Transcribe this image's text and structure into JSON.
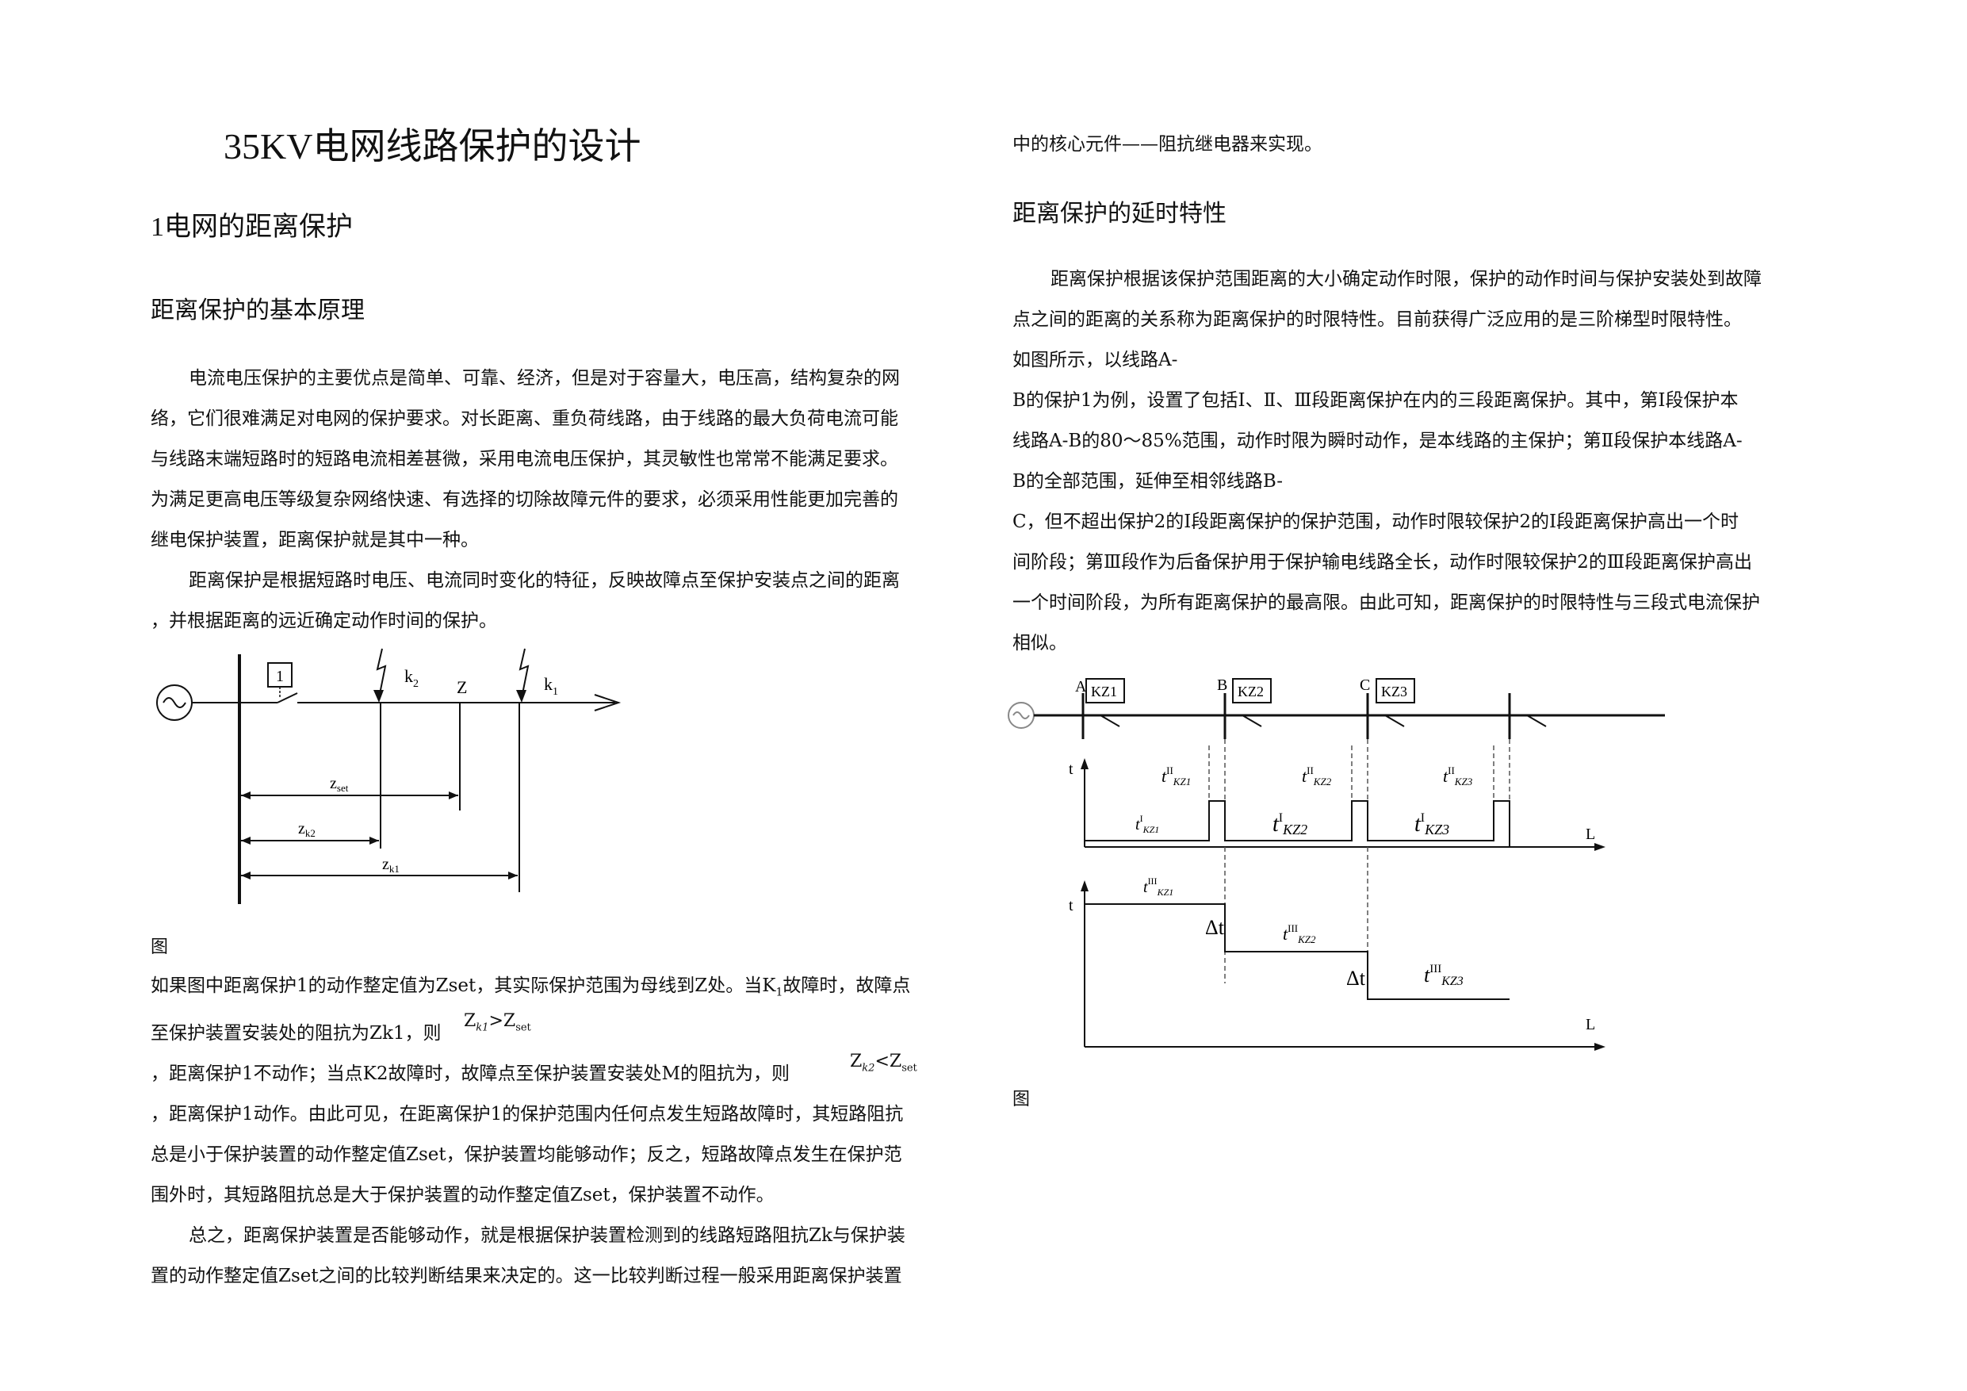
{
  "title": "35KV电网线路保护的设计",
  "left": {
    "section1": "1电网的距离保护",
    "subsection1": "距离保护的基本原理",
    "para1_lines": [
      "电流电压保护的主要优点是简单、可靠、经济，但是对于容量大，电压高，结构复杂的网",
      "络，它们很难满足对电网的保护要求。对长距离、重负荷线路，由于线路的最大负荷电流可能",
      "与线路末端短路时的短路电流相差甚微，采用电流电压保护，其灵敏性也常常不能满足要求。",
      "为满足更高电压等级复杂网络快速、有选择的切除故障元件的要求，必须采用性能更加完善的",
      "继电保护装置，距离保护就是其中一种。"
    ],
    "para2_lines": [
      "距离保护是根据短路时电压、电流同时变化的特征，反映故障点至保护安装点之间的距离",
      "，并根据距离的远近确定动作时间的保护。"
    ],
    "fig1": {
      "relay_label": "1",
      "k2": "k",
      "k2_sub": "2",
      "z": "Z",
      "k1": "k",
      "k1_sub": "1",
      "zset": "z",
      "zset_sub": "set",
      "zk2": "z",
      "zk2_sub": "k2",
      "zk1": "z",
      "zk1_sub": "k1"
    },
    "fig1_caption": "图",
    "para3_line1_a": "如果图中距离保护1的动作整定值为Zset，其实际保护范围为母线到Z处。当K",
    "para3_line1_sub": "1",
    "para3_line1_b": "故障时，故障点",
    "para3_line2": "至保护装置安装处的阻抗为Zk1，则",
    "math1": {
      "z": "Z",
      "sub": "k1",
      "op": ">Z",
      "sub2": "set"
    },
    "para3_line3": "，距离保护1不动作；当点K2故障时，故障点至保护装置安装处M的阻抗为，则",
    "math2": {
      "z": "Z",
      "sub": "k2",
      "op": "<Z",
      "sub2": "set"
    },
    "para3_rest": [
      "，距离保护1动作。由此可见，在距离保护1的保护范围内任何点发生短路故障时，其短路阻抗",
      "总是小于保护装置的动作整定值Zset，保护装置均能够动作；反之，短路故障点发生在保护范",
      "围外时，其短路阻抗总是大于保护装置的动作整定值Zset，保护装置不动作。"
    ],
    "para4_lines": [
      "总之，距离保护装置是否能够动作，就是根据保护装置检测到的线路短路阻抗Zk与保护装",
      "置的动作整定值Zset之间的比较判断结果来决定的。这一比较判断过程一般采用距离保护装置"
    ]
  },
  "right": {
    "cont_line": "中的核心元件——阻抗继电器来实现。",
    "subsection2": "距离保护的延时特性",
    "para5_lines": [
      "距离保护根据该保护范围距离的大小确定动作时限，保护的动作时间与保护安装处到故障",
      "点之间的距离的关系称为距离保护的时限特性。目前获得广泛应用的是三阶梯型时限特性。",
      "如图所示，以线路A-",
      "B的保护1为例，设置了包括Ⅰ、Ⅱ、Ⅲ段距离保护在内的三段距离保护。其中，第Ⅰ段保护本",
      "线路A-B的80～85%范围，动作时限为瞬时动作，是本线路的主保护；第Ⅱ段保护本线路A-",
      "B的全部范围，延伸至相邻线路B-",
      "C，但不超出保护2的Ⅰ段距离保护的保护范围，动作时限较保护2的Ⅰ段距离保护高出一个时",
      "间阶段；第Ⅲ段作为后备保护用于保护输电线路全长，动作时限较保护2的Ⅲ段距离保护高出",
      "一个时间阶段，为所有距离保护的最高限。由此可知，距离保护的时限特性与三段式电流保护",
      "相似。"
    ],
    "fig2": {
      "bus_a": "A",
      "bus_b": "B",
      "bus_c": "C",
      "kz1": "KZ1",
      "kz2": "KZ2",
      "kz3": "KZ3",
      "t_axis": "t",
      "l_axis": "L",
      "t": "t",
      "sup2": "II",
      "sup1": "I",
      "sup3": "III",
      "sub_kz1": "KZ1",
      "sub_kz2": "KZ2",
      "sub_kz3": "KZ3",
      "delta_t": "Δt"
    },
    "fig2_caption": "图"
  }
}
